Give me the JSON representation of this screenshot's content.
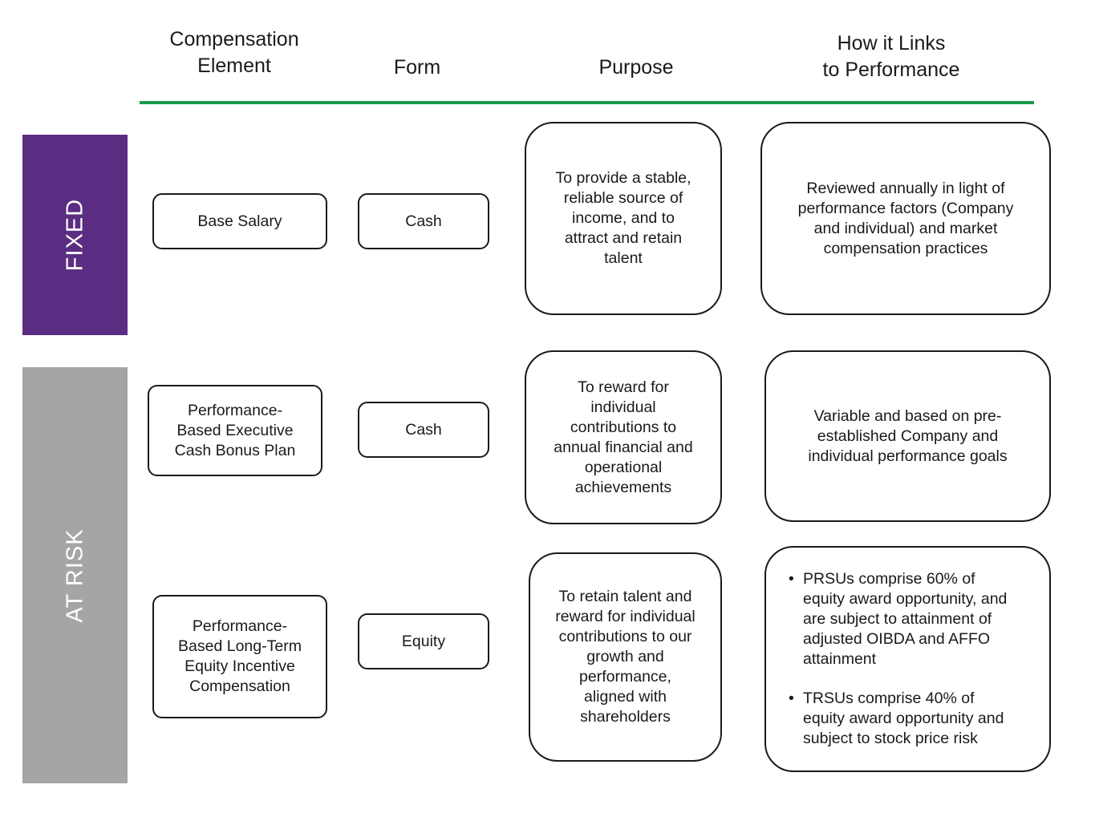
{
  "header": {
    "col_element": "Compensation\nElement",
    "col_form": "Form",
    "col_purpose": "Purpose",
    "col_links": "How it Links\nto Performance"
  },
  "colors": {
    "rule": "#1a9a50",
    "fixed_band": "#5b2d82",
    "at_risk_band": "#a5a5a5"
  },
  "bands": {
    "fixed": "FIXED",
    "at_risk": "AT RISK"
  },
  "rows": {
    "base": {
      "element": "Base Salary",
      "form": "Cash",
      "purpose": "To provide a stable,\nreliable source of\nincome, and to\nattract and retain\ntalent",
      "links": "Reviewed annually in light of\nperformance factors (Company\nand individual) and market\ncompensation practices"
    },
    "bonus": {
      "element": "Performance-\nBased Executive\nCash Bonus Plan",
      "form": "Cash",
      "purpose": "To reward for\nindividual\ncontributions to\nannual financial and\noperational\nachievements",
      "links": "Variable and based on pre-\nestablished Company and\nindividual performance goals"
    },
    "equity": {
      "element": "Performance-\nBased Long-Term\nEquity Incentive\nCompensation",
      "form": "Equity",
      "purpose": "To retain talent and\nreward for individual\ncontributions to our\ngrowth and\nperformance,\naligned with\nshareholders",
      "links_bullets": [
        "PRSUs comprise 60% of\nequity award opportunity, and\nare subject to attainment of\nadjusted OIBDA and AFFO\nattainment",
        "TRSUs comprise 40% of\nequity award opportunity and\nsubject to stock price risk"
      ]
    }
  }
}
